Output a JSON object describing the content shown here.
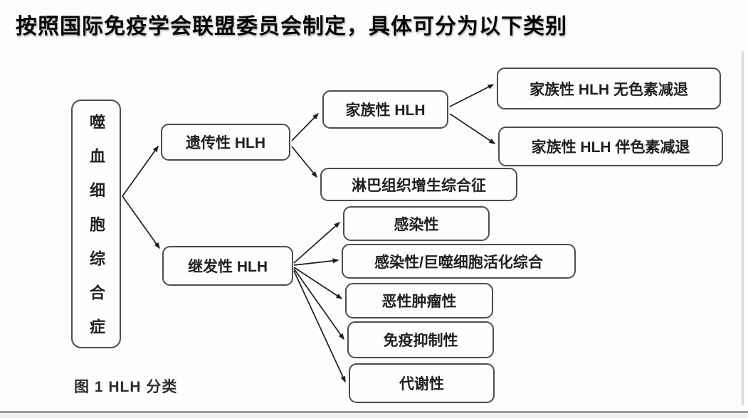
{
  "title": "按照国际免疫学会联盟委员会制定，具体可分为以下类别",
  "figure": {
    "caption": "图 1 HLH 分类",
    "nodes": {
      "root": {
        "label": "噬血细胞综合症"
      },
      "hereditary": {
        "label": "遗传性 HLH"
      },
      "secondary": {
        "label": "继发性 HLH"
      },
      "familial": {
        "label": "家族性 HLH"
      },
      "lymphoproliferative": {
        "label": "淋巴组织增生综合征"
      },
      "familial_no_hypopigment": {
        "label": "家族性 HLH 无色素减退"
      },
      "familial_with_hypopigment": {
        "label": "家族性 HLH 伴色素减退"
      },
      "infectious": {
        "label": "感染性"
      },
      "infectious_mas": {
        "label": "感染性/巨噬细胞活化综合"
      },
      "malignant": {
        "label": "恶性肿瘤性"
      },
      "immunosuppressive": {
        "label": "免疫抑制性"
      },
      "metabolic": {
        "label": "代谢性"
      }
    },
    "edges": [
      {
        "from": "root",
        "to": "hereditary"
      },
      {
        "from": "root",
        "to": "secondary"
      },
      {
        "from": "hereditary",
        "to": "familial"
      },
      {
        "from": "hereditary",
        "to": "lymphoproliferative"
      },
      {
        "from": "familial",
        "to": "familial_no_hypopigment"
      },
      {
        "from": "familial",
        "to": "familial_with_hypopigment"
      },
      {
        "from": "secondary",
        "to": "infectious"
      },
      {
        "from": "secondary",
        "to": "infectious_mas"
      },
      {
        "from": "secondary",
        "to": "malignant"
      },
      {
        "from": "secondary",
        "to": "immunosuppressive"
      },
      {
        "from": "secondary",
        "to": "metabolic"
      }
    ],
    "colors": {
      "box_border": "#4d4d4d",
      "arrow": "#1d1d1d",
      "title_text": "#050505"
    }
  }
}
